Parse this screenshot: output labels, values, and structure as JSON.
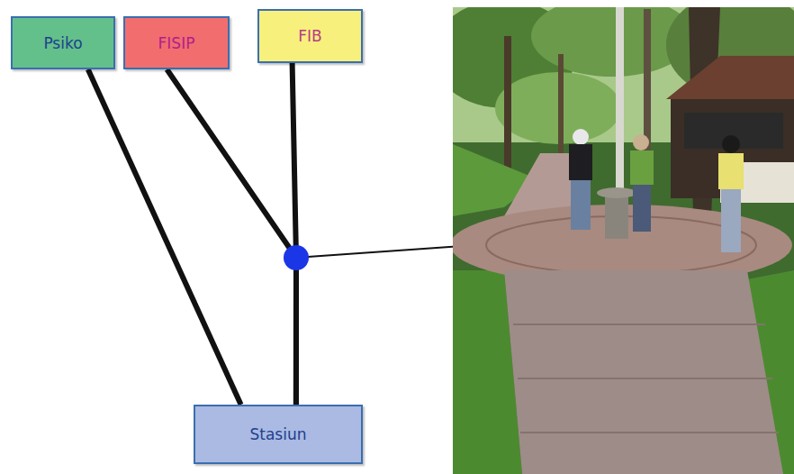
{
  "diagram": {
    "nodes": [
      {
        "text": [
          "Psiko"
        ]
      },
      {
        "text": [
          "FISIP"
        ]
      },
      {
        "text": [
          "FIB"
        ]
      },
      {
        "text": [
          "Stasiun"
        ]
      }
    ],
    "edges": [
      {
        "from": 0,
        "to": 3,
        "arrow": "none"
      },
      {
        "from": 1,
        "to": 3,
        "arrow": "none"
      },
      {
        "from": 2,
        "to": 3,
        "arrow": "none"
      }
    ]
  }
}
